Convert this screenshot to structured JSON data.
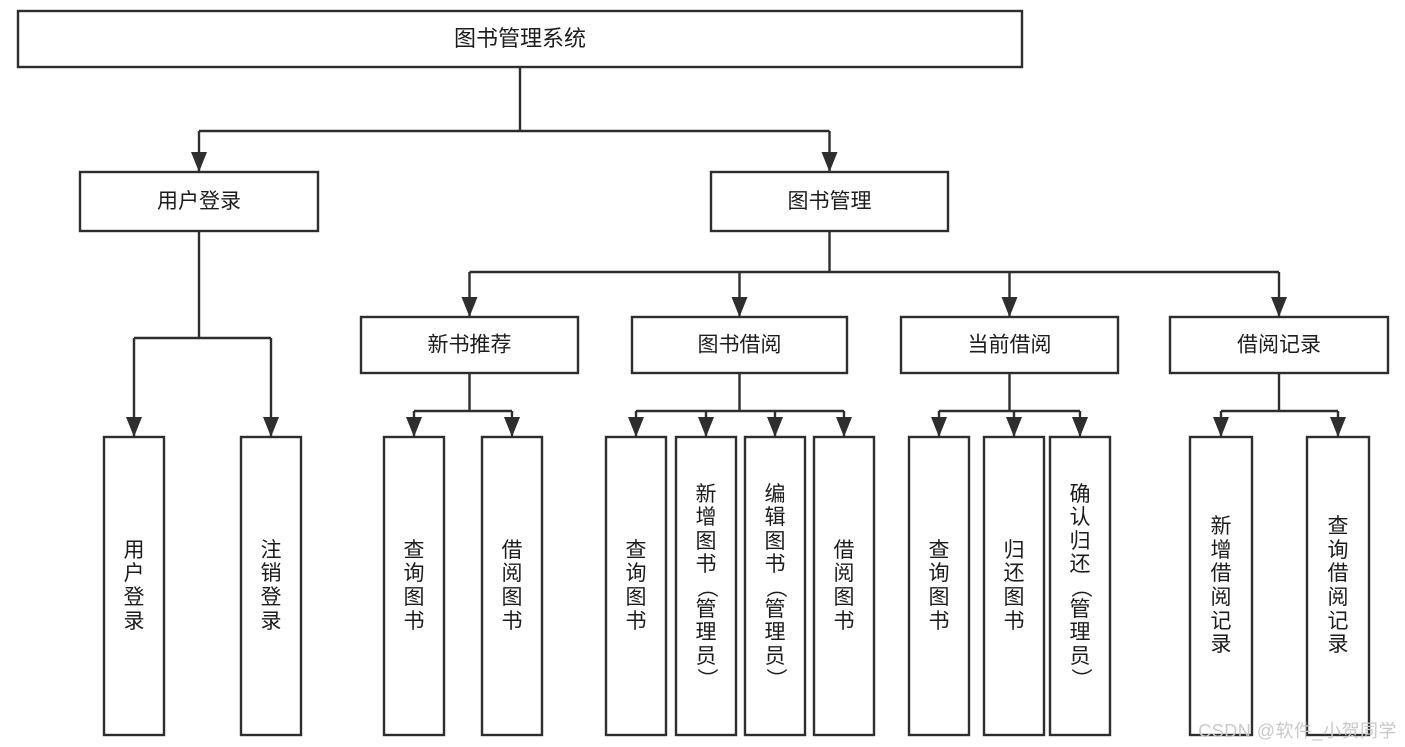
{
  "diagram": {
    "type": "tree",
    "title": "图书管理系统",
    "orientation": "top-down",
    "colors": {
      "box_stroke": "#2e2e2e",
      "box_fill": "#ffffff",
      "text": "#1c1c1c",
      "connector": "#2e2e2e",
      "background": "#ffffff",
      "watermark": "#c9c9c9"
    },
    "root": {
      "label": "图书管理系统",
      "id": "root-library-management-system"
    },
    "level2": [
      {
        "id": "user-login",
        "label": "用户登录"
      },
      {
        "id": "book-management",
        "label": "图书管理"
      }
    ],
    "level3": [
      {
        "id": "new-book-recommend",
        "label": "新书推荐",
        "parent": "book-management"
      },
      {
        "id": "book-borrow",
        "label": "图书借阅",
        "parent": "book-management"
      },
      {
        "id": "current-borrow",
        "label": "当前借阅",
        "parent": "book-management"
      },
      {
        "id": "borrow-record",
        "label": "借阅记录",
        "parent": "book-management"
      }
    ],
    "leaves": {
      "user-login": [
        {
          "id": "leaf-user-login",
          "label": "用户登录"
        },
        {
          "id": "leaf-logout",
          "label": "注销登录"
        }
      ],
      "new-book-recommend": [
        {
          "id": "leaf-query-book-1",
          "label": "查询图书"
        },
        {
          "id": "leaf-borrow-book-1",
          "label": "借阅图书"
        }
      ],
      "book-borrow": [
        {
          "id": "leaf-query-book-2",
          "label": "查询图书"
        },
        {
          "id": "leaf-add-book",
          "label": "新增图书（管理员）"
        },
        {
          "id": "leaf-edit-book",
          "label": "编辑图书（管理员）"
        },
        {
          "id": "leaf-borrow-book-2",
          "label": "借阅图书"
        }
      ],
      "current-borrow": [
        {
          "id": "leaf-query-book-3",
          "label": "查询图书"
        },
        {
          "id": "leaf-return-book",
          "label": "归还图书"
        },
        {
          "id": "leaf-confirm-return",
          "label": "确认归还（管理员）"
        }
      ],
      "borrow-record": [
        {
          "id": "leaf-add-record",
          "label": "新增借阅记录"
        },
        {
          "id": "leaf-query-record",
          "label": "查询借阅记录"
        }
      ]
    }
  },
  "watermark": {
    "text": "CSDN @软件_小贺同学"
  }
}
